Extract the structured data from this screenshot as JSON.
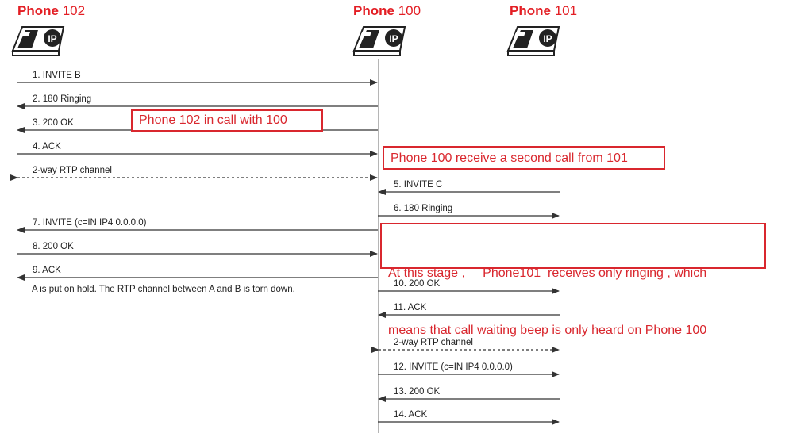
{
  "participants": [
    {
      "id": "p102",
      "bold": "Phone",
      "num": "102"
    },
    {
      "id": "p100",
      "bold": "Phone",
      "num": "100"
    },
    {
      "id": "p101",
      "bold": "Phone",
      "num": "101"
    }
  ],
  "icon_badge": "IP",
  "messages": [
    {
      "label": "1. INVITE B",
      "from": "p102",
      "to": "p100",
      "style": "solid"
    },
    {
      "label": "2. 180 Ringing",
      "from": "p100",
      "to": "p102",
      "style": "solid"
    },
    {
      "label": "3. 200 OK",
      "from": "p100",
      "to": "p102",
      "style": "solid"
    },
    {
      "label": "4. ACK",
      "from": "p102",
      "to": "p100",
      "style": "solid"
    },
    {
      "label": "2-way RTP channel",
      "from": "p102",
      "to": "p100",
      "style": "dashed"
    },
    {
      "label": "5. INVITE C",
      "from": "p101",
      "to": "p100",
      "style": "solid"
    },
    {
      "label": "6. 180 Ringing",
      "from": "p100",
      "to": "p101",
      "style": "solid"
    },
    {
      "label": "7. INVITE (c=IN IP4 0.0.0.0)",
      "from": "p100",
      "to": "p102",
      "style": "solid"
    },
    {
      "label": "8. 200 OK",
      "from": "p102",
      "to": "p100",
      "style": "solid"
    },
    {
      "label": "9. ACK",
      "from": "p100",
      "to": "p102",
      "style": "solid"
    },
    {
      "label": "10. 200 OK",
      "from": "p100",
      "to": "p101",
      "style": "solid"
    },
    {
      "label": "11. ACK",
      "from": "p101",
      "to": "p100",
      "style": "solid"
    },
    {
      "label": "2-way RTP channel",
      "from": "p100",
      "to": "p101",
      "style": "dashed"
    },
    {
      "label": "12. INVITE (c=IN IP4 0.0.0.0)",
      "from": "p100",
      "to": "p101",
      "style": "solid"
    },
    {
      "label": "13. 200 OK",
      "from": "p101",
      "to": "p100",
      "style": "solid"
    },
    {
      "label": "14. ACK",
      "from": "p100",
      "to": "p101",
      "style": "solid"
    }
  ],
  "hold_text": "A is put on hold. The RTP channel between A and B is torn down.",
  "notes": {
    "note1": "Phone 102 in call with 100",
    "note2": "Phone 100 receive a second call from 101",
    "note3_line1": "At this stage ,     Phone101  receives only ringing , which",
    "note3_line2": "means that call waiting beep is only heard on Phone 100"
  },
  "colors": {
    "title": "#e31e24",
    "note": "#d9272e",
    "arrow": "#333333",
    "lifeline": "#b5b5b5"
  }
}
